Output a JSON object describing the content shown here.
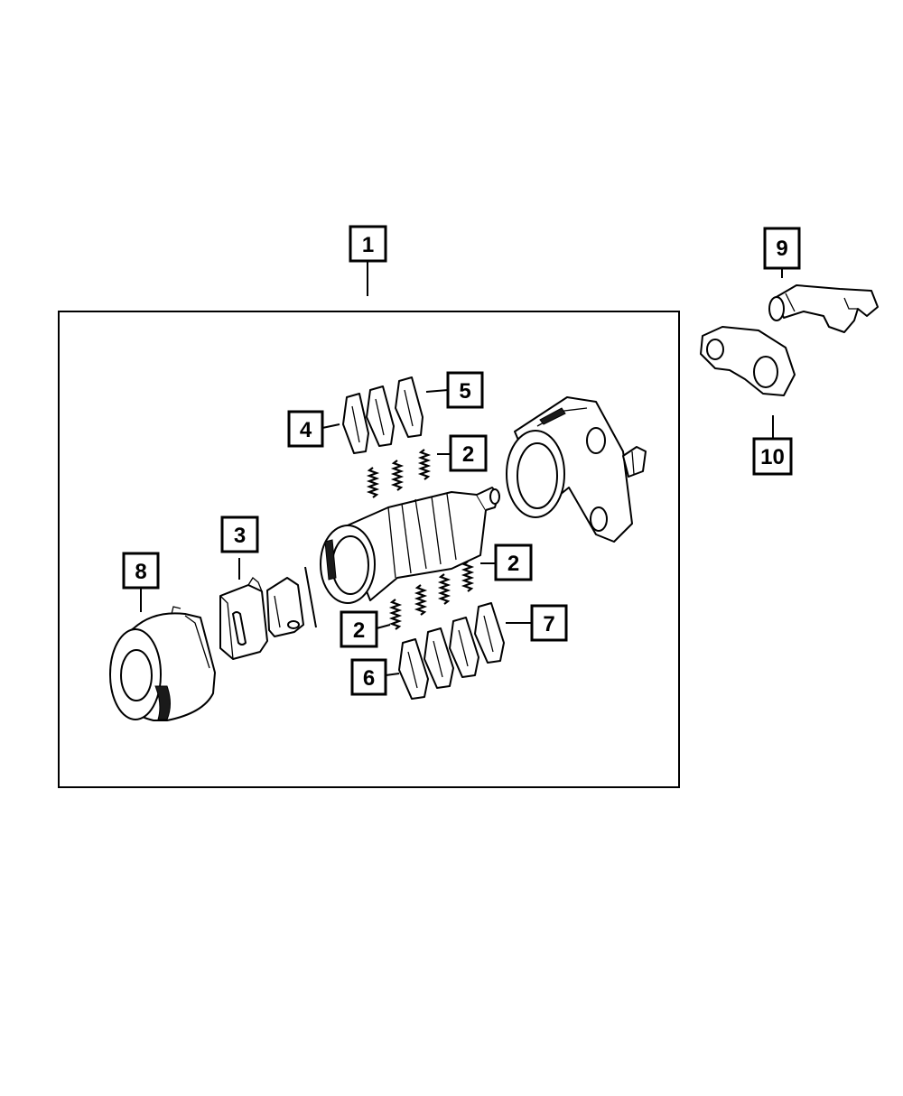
{
  "callouts": [
    {
      "id": "c1",
      "label": "1"
    },
    {
      "id": "c2a",
      "label": "2"
    },
    {
      "id": "c2b",
      "label": "2"
    },
    {
      "id": "c2c",
      "label": "2"
    },
    {
      "id": "c3",
      "label": "3"
    },
    {
      "id": "c4",
      "label": "4"
    },
    {
      "id": "c5",
      "label": "5"
    },
    {
      "id": "c6",
      "label": "6"
    },
    {
      "id": "c7",
      "label": "7"
    },
    {
      "id": "c8",
      "label": "8"
    },
    {
      "id": "c9",
      "label": "9"
    },
    {
      "id": "c10",
      "label": "10"
    }
  ],
  "colors": {
    "line": "#000000",
    "background": "#ffffff"
  }
}
